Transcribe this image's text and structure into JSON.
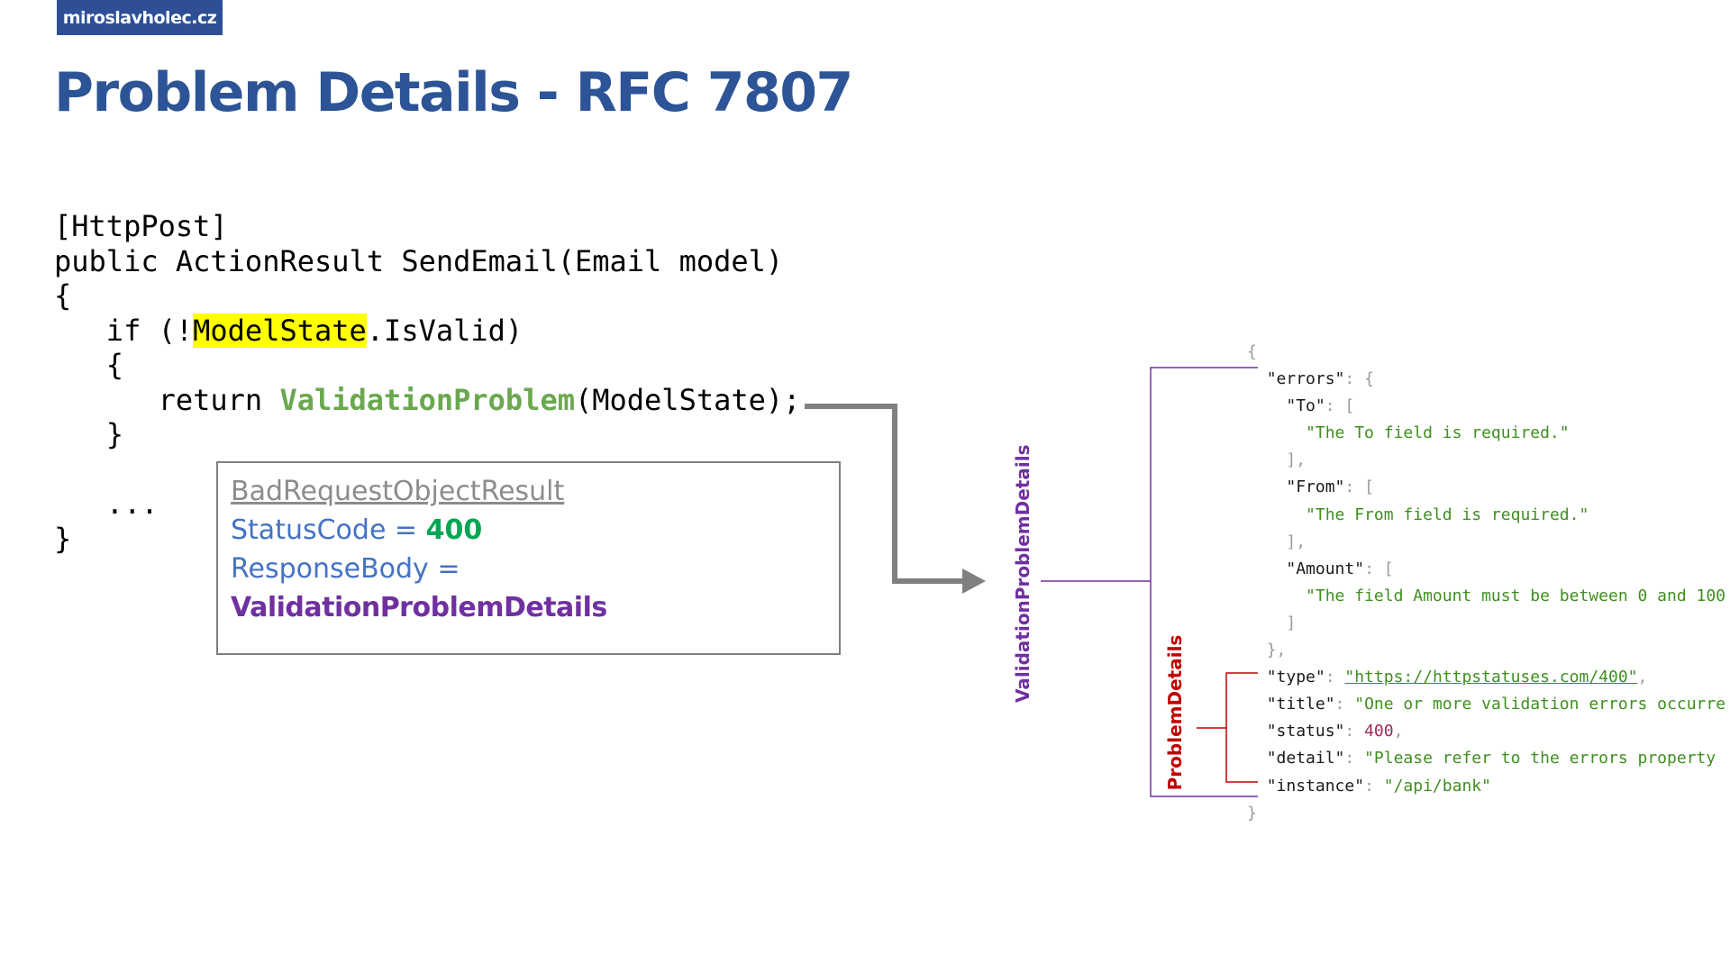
{
  "brand": {
    "label": "miroslavholec.cz"
  },
  "slide": {
    "title": "Problem Details - RFC 7807"
  },
  "code": {
    "attribute": "[HttpPost]",
    "signature": "public ActionResult SendEmail(Email model)",
    "open_brace": "{",
    "if_prefix": "   if (!",
    "model_state_highlight": "ModelState",
    "if_suffix": ".IsValid)",
    "inner_open": "   {",
    "return_prefix": "      return ",
    "validation_problem": "ValidationProblem",
    "return_suffix": "(ModelState);",
    "inner_close": "   }",
    "ellipsis": "   ...",
    "close_brace": "}"
  },
  "result_box": {
    "class_name": "BadRequestObjectResult",
    "status_key": "StatusCode = ",
    "status_value": "400",
    "body_key": "ResponseBody = ",
    "body_value": "ValidationProblemDetails"
  },
  "labels": {
    "validation_problem_details": "ValidationProblemDetails",
    "problem_details": "ProblemDetails"
  },
  "json": {
    "open": "{",
    "errors_key": "\"errors\"",
    "to_key": "\"To\"",
    "to_msg": "\"The To field is required.\"",
    "from_key": "\"From\"",
    "from_msg": "\"The From field is required.\"",
    "amount_key": "\"Amount\"",
    "amount_msg": "\"The field Amount must be between 0 and 100",
    "type_key": "\"type\"",
    "type_val": "\"https://httpstatuses.com/400\"",
    "title_key": "\"title\"",
    "title_val": "\"One or more validation errors occurre",
    "status_key": "\"status\"",
    "status_val": "400",
    "detail_key": "\"detail\"",
    "detail_val": "\"Please refer to the errors property",
    "instance_key": "\"instance\"",
    "instance_val": "\"/api/bank\"",
    "close": "}"
  },
  "colors": {
    "brand": "#2e4f96",
    "title": "#2c5496",
    "highlight": "#ffff00",
    "validation_problem": "#6aa84f",
    "status_400": "#00a651",
    "purple": "#7030a0",
    "red": "#c00000",
    "arrow": "#808080"
  }
}
